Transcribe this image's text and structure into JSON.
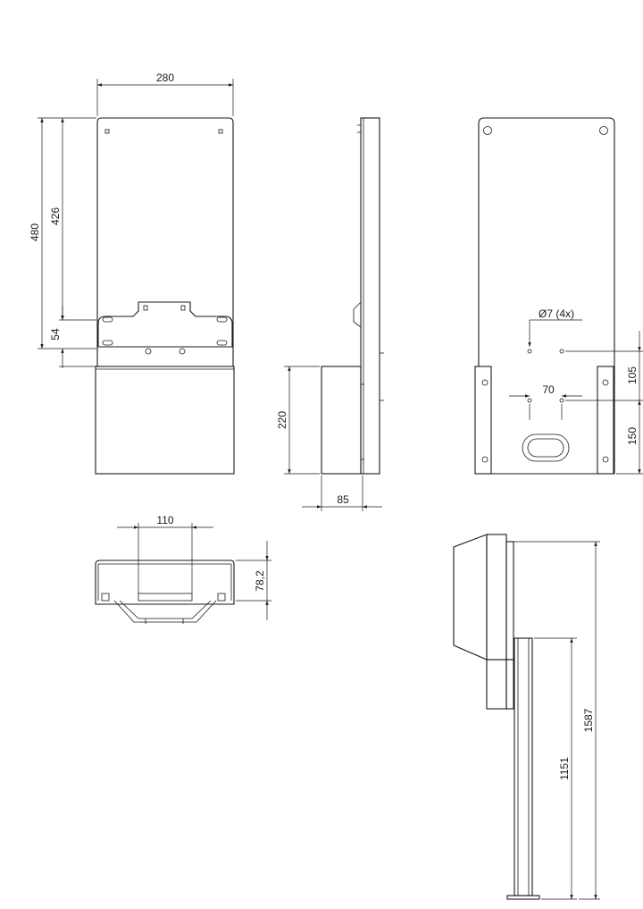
{
  "dimensions": {
    "front_width": "280",
    "front_height_total": "480",
    "front_height_upper": "426",
    "front_bracket": "54",
    "side_box_height": "220",
    "side_box_depth": "85",
    "hole_spec": "Ø7 (4x)",
    "hole_spacing_v": "105",
    "hole_spacing_h": "70",
    "hole_to_bottom": "150",
    "top_view_width": "110",
    "top_view_depth": "78,2",
    "pole_height": "1151",
    "total_height": "1587"
  }
}
